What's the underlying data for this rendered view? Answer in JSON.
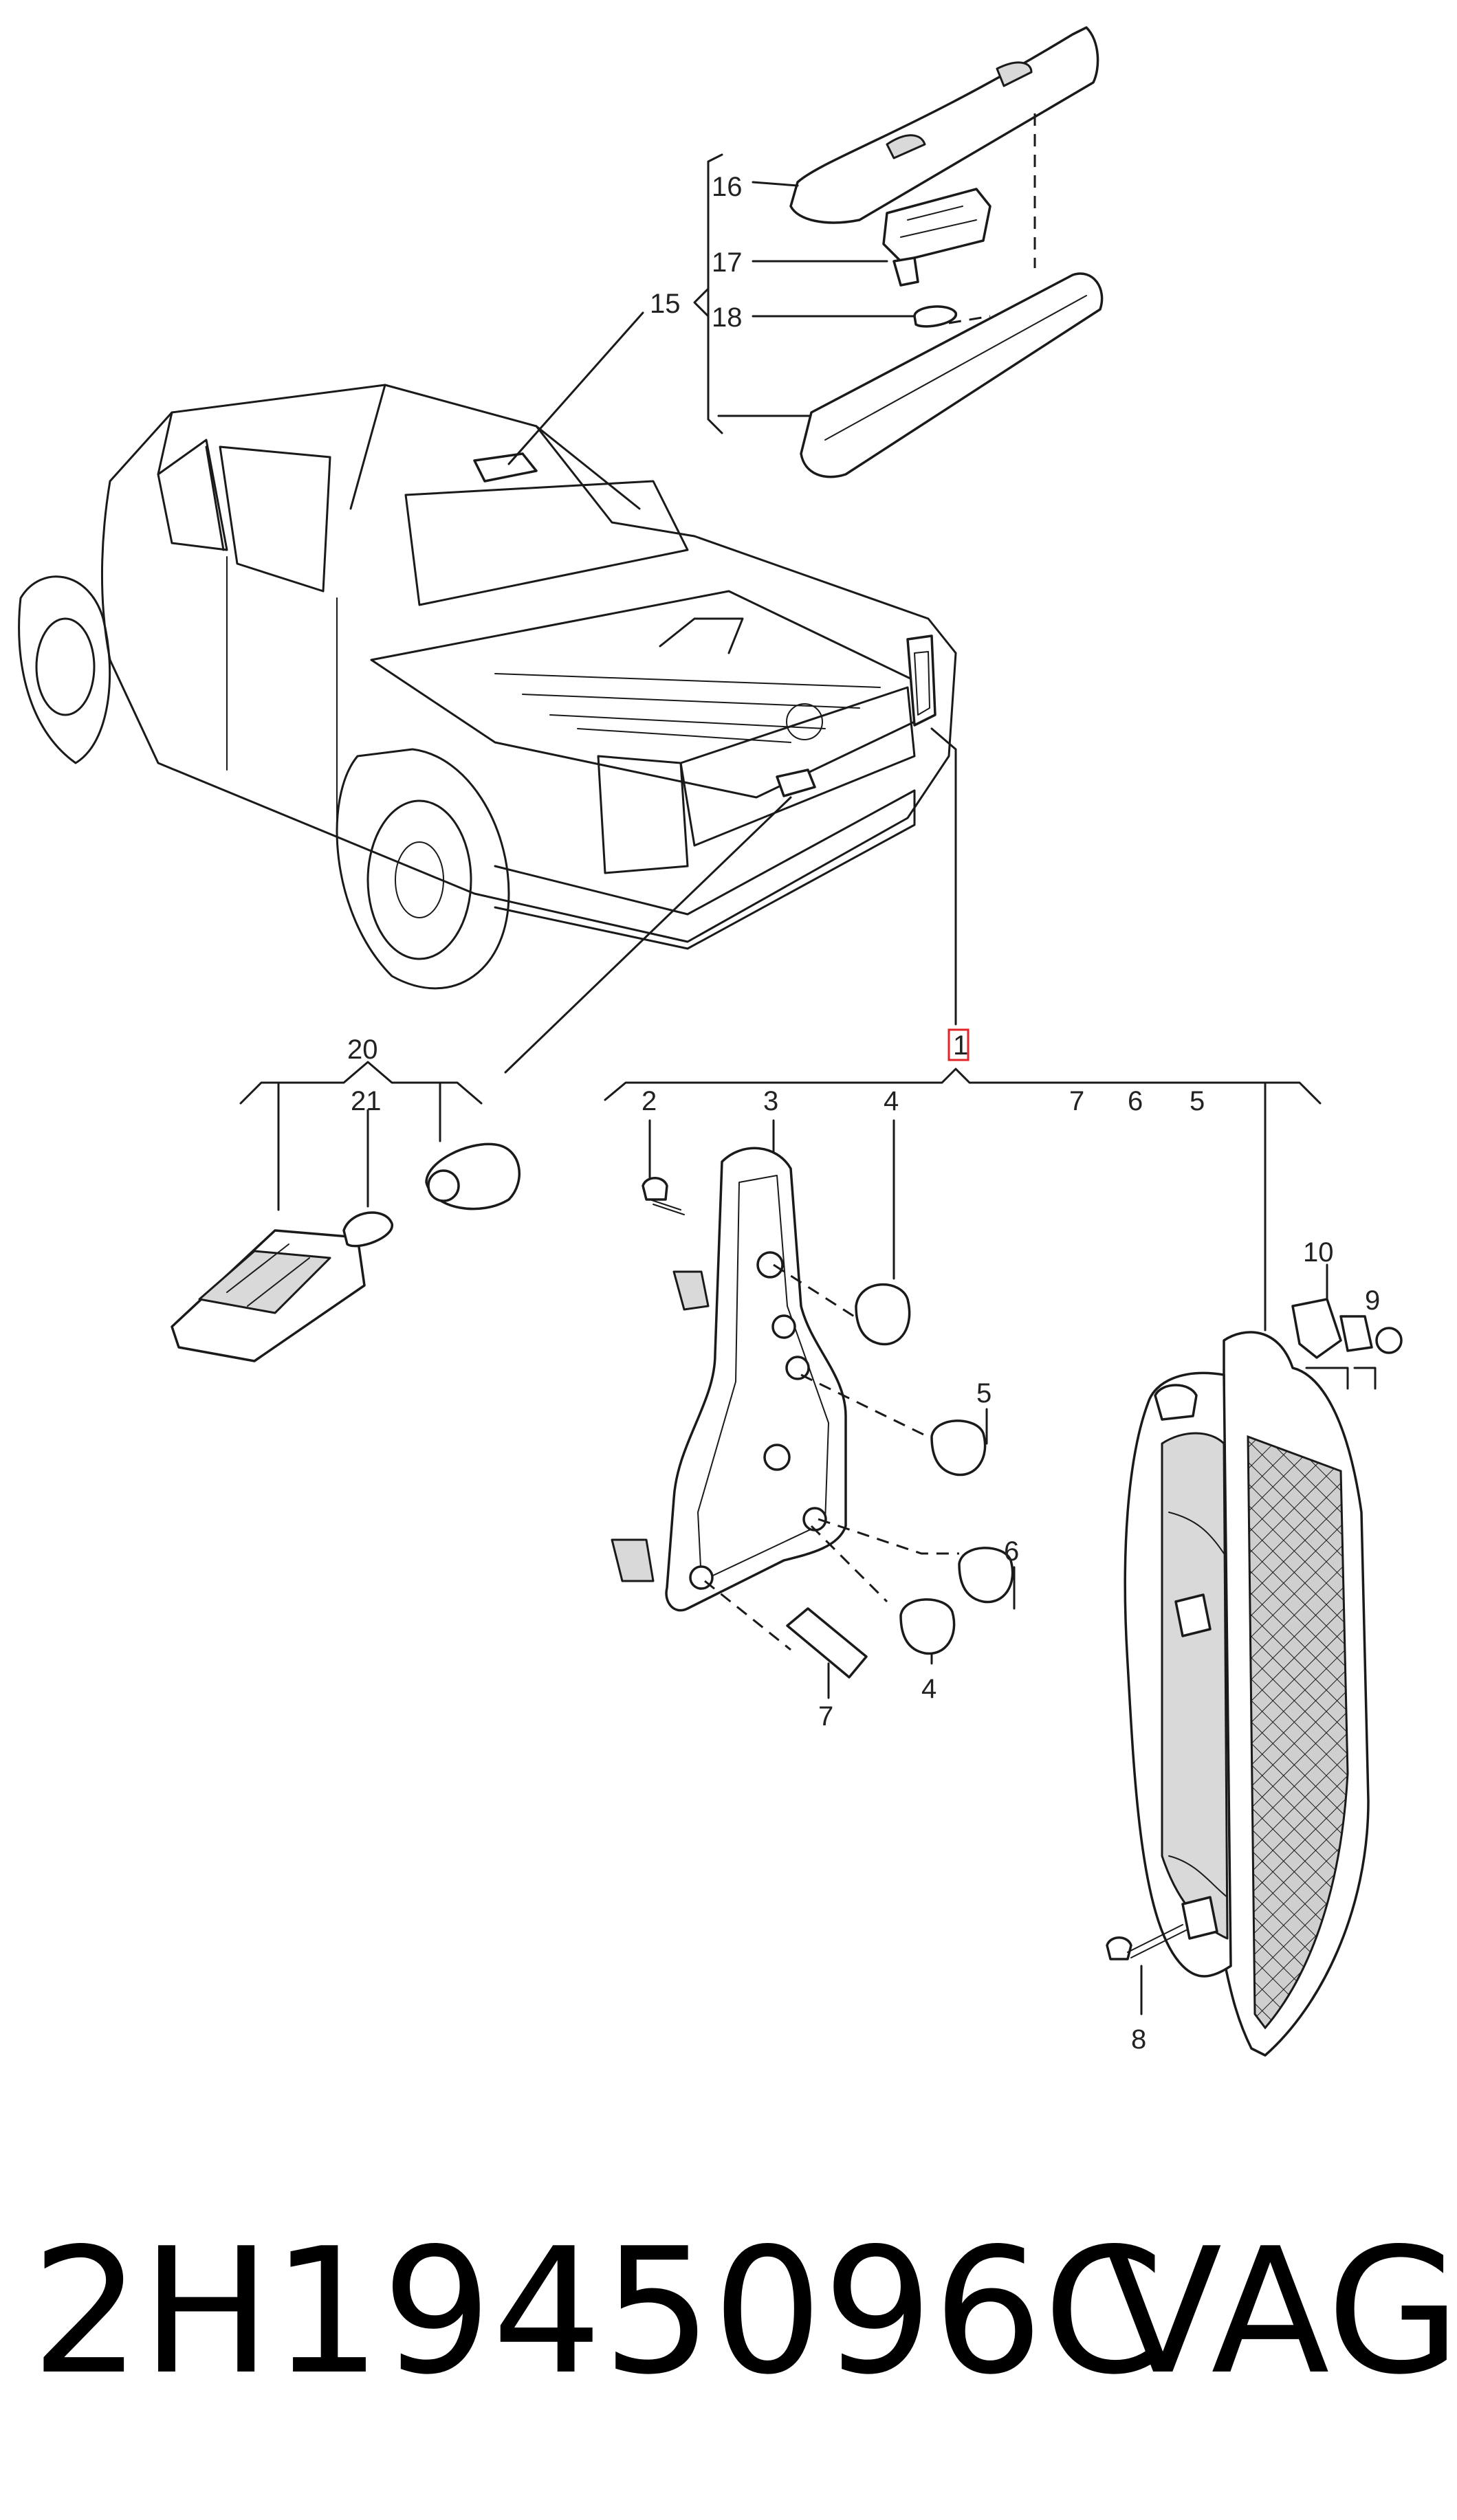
{
  "part_number": "2H1945096C",
  "brand": "VAG",
  "callouts": {
    "c1": "1",
    "c2": "2",
    "c3": "3",
    "c4a": "4",
    "c4b": "4",
    "c5a": "5",
    "c5b": "5",
    "c6a": "6",
    "c6b": "6",
    "c7a": "7",
    "c7b": "7",
    "c8": "8",
    "c9": "9",
    "c10": "10",
    "c15": "15",
    "c16": "16",
    "c17": "17",
    "c18": "18",
    "c20": "20",
    "c21": "21"
  },
  "colors": {
    "highlight": "#e0242a",
    "line": "#1a1a1a"
  }
}
